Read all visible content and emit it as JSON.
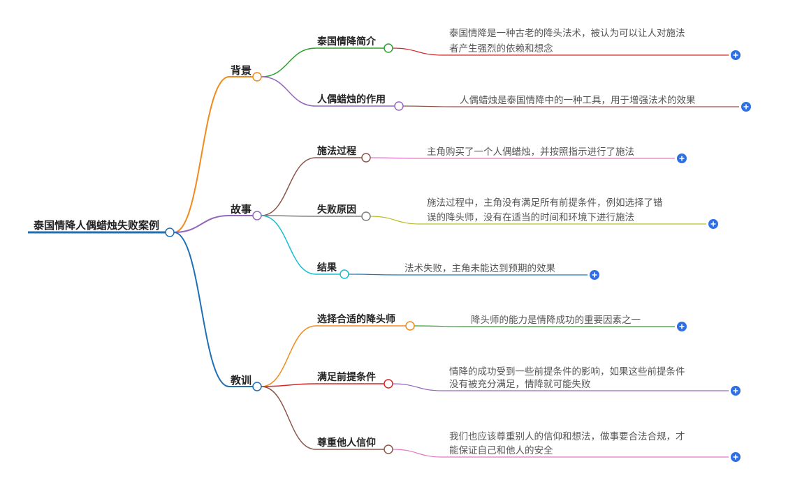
{
  "root": {
    "label": "泰国情降人偶蜡烛失败案例",
    "color": "#1f6fb2"
  },
  "branches": [
    {
      "label": "背景",
      "color": "#f08a1c",
      "children": [
        {
          "label": "泰国情降简介",
          "color": "#2ca02c",
          "leaf": {
            "lines": [
              "泰国情降是一种古老的降头法术，被认为可以让人对施法",
              "者产生强烈的依赖和想念"
            ],
            "color": "#d62728"
          }
        },
        {
          "label": "人偶蜡烛的作用",
          "color": "#9467bd",
          "leaf": {
            "lines": [
              "人偶蜡烛是泰国情降中的一种工具，用于增强法术的效果"
            ],
            "color": "#8c564b"
          }
        }
      ]
    },
    {
      "label": "故事",
      "color": "#9467bd",
      "children": [
        {
          "label": "施法过程",
          "color": "#8c564b",
          "leaf": {
            "lines": [
              "主角购买了一个人偶蜡烛，并按照指示进行了施法"
            ],
            "color": "#e377c2"
          }
        },
        {
          "label": "失败原因",
          "color": "#7f7f7f",
          "leaf": {
            "lines": [
              "施法过程中，主角没有满足所有前提条件，例如选择了错",
              "误的降头师，没有在适当的时间和环境下进行施法"
            ],
            "color": "#bcbd22"
          }
        },
        {
          "label": "结果",
          "color": "#17becf",
          "leaf": {
            "lines": [
              "法术失败，主角未能达到预期的效果"
            ],
            "color": "#1f77b4"
          }
        }
      ]
    },
    {
      "label": "教训",
      "color": "#1f6fb2",
      "children": [
        {
          "label": "选择合适的降头师",
          "color": "#f08a1c",
          "leaf": {
            "lines": [
              "降头师的能力是情降成功的重要因素之一"
            ],
            "color": "#2ca02c"
          }
        },
        {
          "label": "满足前提条件",
          "color": "#d62728",
          "leaf": {
            "lines": [
              "情降的成功受到一些前提条件的影响，如果这些前提条件",
              "没有被充分满足，情降就可能失败"
            ],
            "color": "#9467bd"
          }
        },
        {
          "label": "尊重他人信仰",
          "color": "#8c564b",
          "leaf": {
            "lines": [
              "我们也应该尊重别人的信仰和想法，做事要合法合规，才",
              "能保证自己和他人的安全"
            ],
            "color": "#e377c2"
          }
        }
      ]
    }
  ],
  "icons": {
    "expand": "plus-circle-icon",
    "expand_color": "#2f6fe4"
  }
}
